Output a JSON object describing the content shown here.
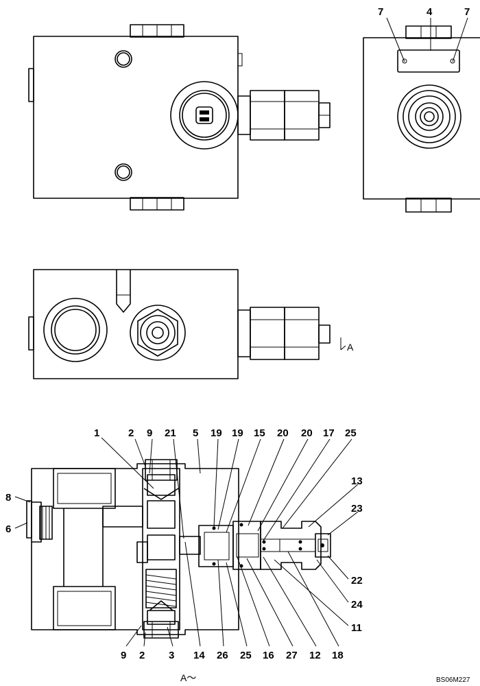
{
  "labels": {
    "rv_left": "7",
    "rv_mid": "4",
    "rv_right": "7",
    "view_marker": "A",
    "section": [
      {
        "id": "t1",
        "text": "1"
      },
      {
        "id": "t2",
        "text": "2"
      },
      {
        "id": "t9",
        "text": "9"
      },
      {
        "id": "t21",
        "text": "21"
      },
      {
        "id": "t5",
        "text": "5"
      },
      {
        "id": "t19a",
        "text": "19"
      },
      {
        "id": "t19b",
        "text": "19"
      },
      {
        "id": "t15",
        "text": "15"
      },
      {
        "id": "t20a",
        "text": "20"
      },
      {
        "id": "t20b",
        "text": "20"
      },
      {
        "id": "t17",
        "text": "17"
      },
      {
        "id": "t25a",
        "text": "25"
      },
      {
        "id": "t13",
        "text": "13"
      },
      {
        "id": "t23",
        "text": "23"
      },
      {
        "id": "t8",
        "text": "8"
      },
      {
        "id": "t6",
        "text": "6"
      },
      {
        "id": "t22",
        "text": "22"
      },
      {
        "id": "t24",
        "text": "24"
      },
      {
        "id": "t11",
        "text": "11"
      },
      {
        "id": "b9",
        "text": "9"
      },
      {
        "id": "b2",
        "text": "2"
      },
      {
        "id": "b3",
        "text": "3"
      },
      {
        "id": "b14",
        "text": "14"
      },
      {
        "id": "b26",
        "text": "26"
      },
      {
        "id": "b25",
        "text": "25"
      },
      {
        "id": "b16",
        "text": "16"
      },
      {
        "id": "b27",
        "text": "27"
      },
      {
        "id": "b12",
        "text": "12"
      },
      {
        "id": "b18",
        "text": "18"
      }
    ]
  },
  "section_caption": "A～",
  "drawing_code": "BS06M227"
}
